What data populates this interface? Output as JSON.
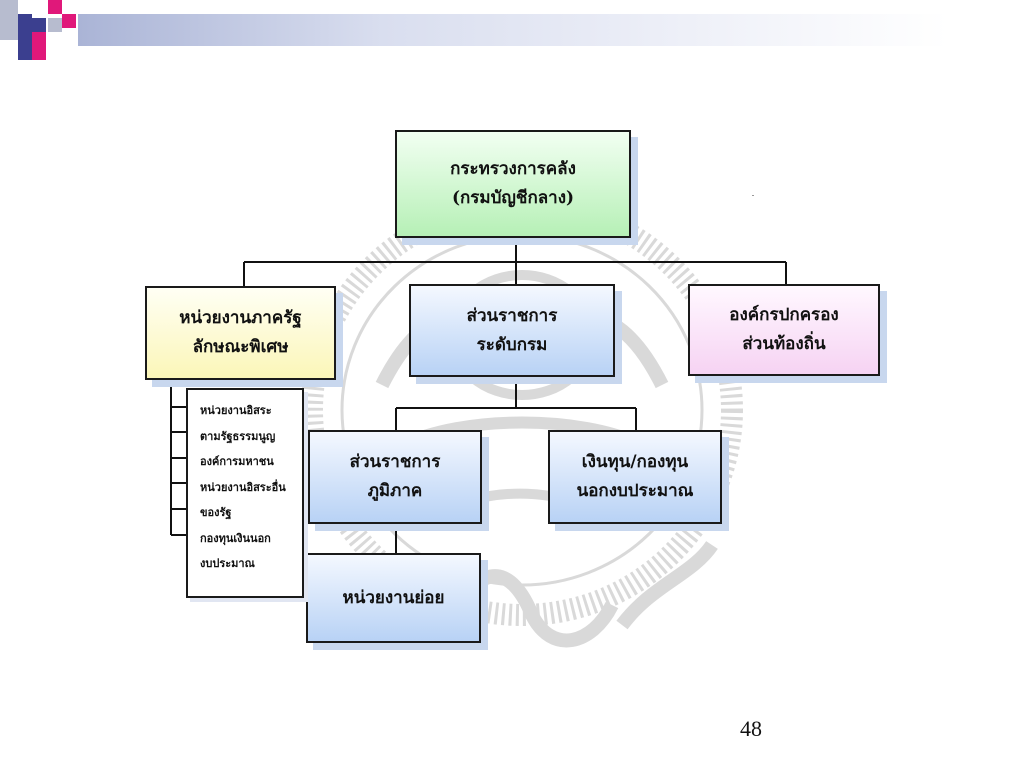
{
  "slide": {
    "page_number": "48"
  },
  "chart": {
    "top": {
      "line1": "กระทรวงการคลัง",
      "line2": "(กรมบัญชีกลาง)"
    },
    "left": {
      "line1": "หน่วยงานภาครัฐ",
      "line2": "ลักษณะพิเศษ"
    },
    "center": {
      "line1": "ส่วนราชการ",
      "line2": "ระดับกรม"
    },
    "right": {
      "line1": "องค์กรปกครอง",
      "line2": "ส่วนท้องถิ่น"
    },
    "regional": {
      "line1": "ส่วนราชการ",
      "line2": "ภูมิภาค"
    },
    "funds": {
      "line1": "เงินทุน/กองทุน",
      "line2": "นอกงบประมาณ"
    },
    "subunit": {
      "line1": "หน่วยงานย่อย"
    },
    "special_list": [
      "หน่วยงานอิสระ",
      "ตามรัฐธรรมนูญ",
      "องค์การมหาชน",
      "หน่วยงานอิสระอื่น",
      "ของรัฐ",
      "กองทุนเงินนอก",
      "งบประมาณ"
    ]
  },
  "colors": {
    "top_box": "#b6f0b6",
    "left_box": "#fbf6b8",
    "blue_box": "#b8d2f5",
    "right_box": "#f6d3f3",
    "shadow": "#c8d7ee"
  }
}
